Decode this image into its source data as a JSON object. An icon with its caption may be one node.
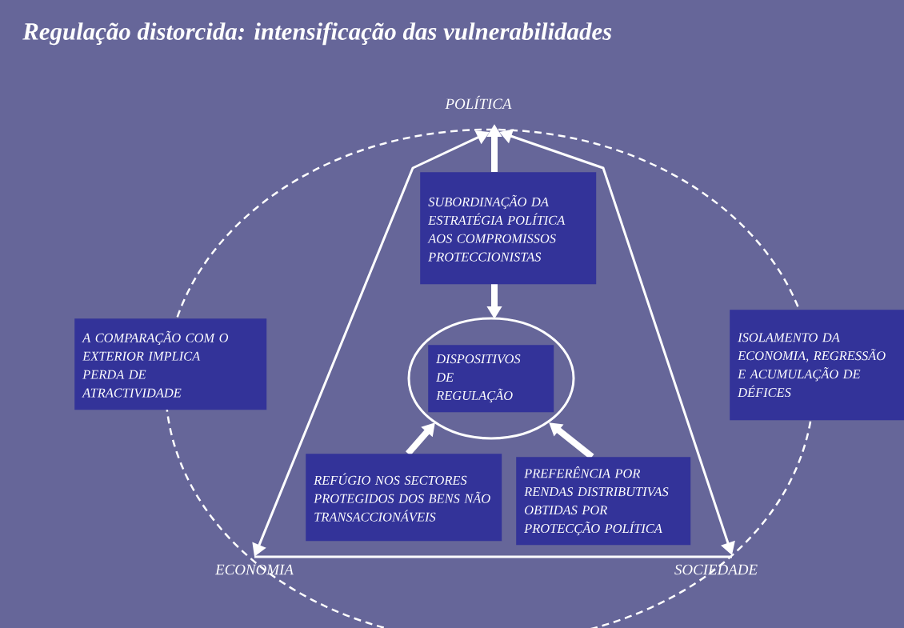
{
  "diagram": {
    "title": "Regulação distorcida: intensificação das vulnerabilidades",
    "nodes": [
      {
        "text": [
          "POLÍTICA"
        ]
      },
      {
        "text": [
          "SUBORDINAÇÃO DA ESTRATÉGIA POLÍTICA AOS COMPROMISSOS PROTECCIONISTAS"
        ]
      },
      {
        "text": [],
        "shape": "circle"
      },
      {
        "text": [
          "DISPOSITIVOS DE REGULAÇÃO"
        ],
        "in": 2
      },
      {
        "text": [
          "A COMPARAÇÃO COM O EXTERIOR IMPLICA PERDA DE ATRACTIVIDADE"
        ]
      },
      {
        "text": [
          "ISOLAMENTO DA ECONOMIA, REGRESSÃO E ACUMULAÇÃO DE DÉFICES"
        ]
      },
      {
        "text": [
          "REFÚGIO NOS SECTORES PROTEGIDOS DOS BENS NÃO TRANSACCIONÁVEIS"
        ]
      },
      {
        "text": [
          "PREFERÊNCIA POR RENDAS DISTRIBUTIVAS OBTIDAS POR PROTECÇÃO POLÍTICA"
        ]
      },
      {
        "text": [
          "ECONOMIA"
        ]
      },
      {
        "text": [
          "SOCIEDADE"
        ]
      }
    ],
    "edges": [
      {
        "from": 0,
        "to": 8,
        "arrow": "both"
      },
      {
        "from": 0,
        "to": 9,
        "arrow": "both"
      },
      {
        "from": 8,
        "to": 9,
        "arrow": "none"
      },
      {
        "from": 1,
        "to": 0,
        "arrow": "to"
      },
      {
        "from": 1,
        "to": 2,
        "arrow": "to"
      },
      {
        "from": 6,
        "to": 2,
        "arrow": "to"
      },
      {
        "from": 7,
        "to": 2,
        "arrow": "to"
      }
    ]
  }
}
